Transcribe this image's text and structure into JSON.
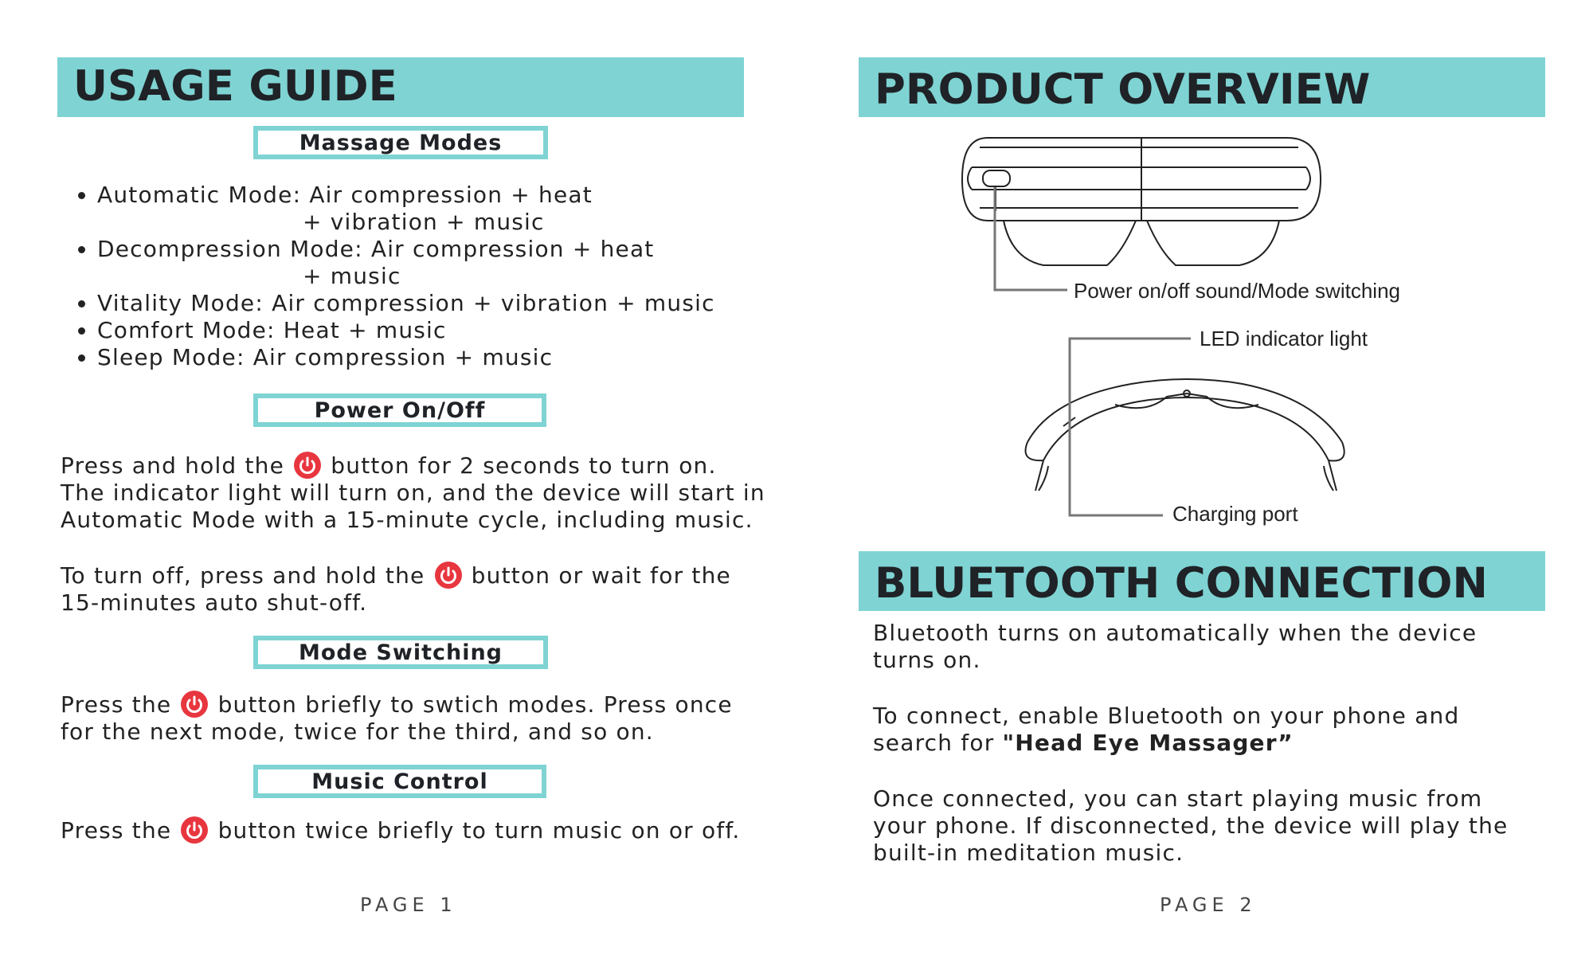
{
  "page1": {
    "title": "USAGE GUIDE",
    "massage_modes": {
      "heading": "Massage Modes",
      "items": [
        {
          "line1": "Automatic Mode: Air compression + heat",
          "line2": "+ vibration + music"
        },
        {
          "line1": "Decompression Mode: Air compression + heat",
          "line2": "+ music"
        },
        {
          "line1": "Vitality Mode: Air compression + vibration + music",
          "line2": ""
        },
        {
          "line1": "Comfort Mode: Heat + music",
          "line2": ""
        },
        {
          "line1": "Sleep Mode: Air compression + music",
          "line2": ""
        }
      ]
    },
    "power": {
      "heading": "Power On/Off",
      "p1_a": "Press and hold the",
      "p1_b": "button for 2 seconds to turn on.",
      "p1_line2": "The indicator light will turn on, and the device will start in",
      "p1_line3": "Automatic Mode with a 15-minute cycle, including music.",
      "p2_a": "To turn off, press and hold the",
      "p2_b": "button or wait for the",
      "p2_line2": "15-minutes auto shut-off."
    },
    "mode_switching": {
      "heading": "Mode Switching",
      "a": "Press the",
      "b": "button briefly to swtich modes. Press once",
      "line2": "for the next mode, twice for the third, and so on."
    },
    "music_control": {
      "heading": "Music Control",
      "a": "Press the",
      "b": "button twice briefly to turn music on or off."
    },
    "page_number": "PAGE 1"
  },
  "page2": {
    "overview_title": "PRODUCT OVERVIEW",
    "labels": {
      "power": "Power on/off sound/Mode switching",
      "led": "LED indicator light",
      "charging": "Charging port"
    },
    "bluetooth_title": "BLUETOOTH CONNECTION",
    "bt_p1_line1": "Bluetooth turns on automatically when the device",
    "bt_p1_line2": "turns on.",
    "bt_p2_line1": "To connect, enable Bluetooth on your phone and",
    "bt_p2_line2_a": "search for ",
    "bt_p2_line2_b": "\"Head Eye Massager”",
    "bt_p3_line1": "Once connected, you can start playing music from",
    "bt_p3_line2": "your phone. If disconnected, the device will play the",
    "bt_p3_line3": "built-in meditation music.",
    "page_number": "PAGE 2"
  },
  "colors": {
    "accent": "#7fd3d3",
    "power_button": "#e8363f",
    "text": "#222222"
  },
  "icons": {
    "power": "power-button-icon"
  }
}
